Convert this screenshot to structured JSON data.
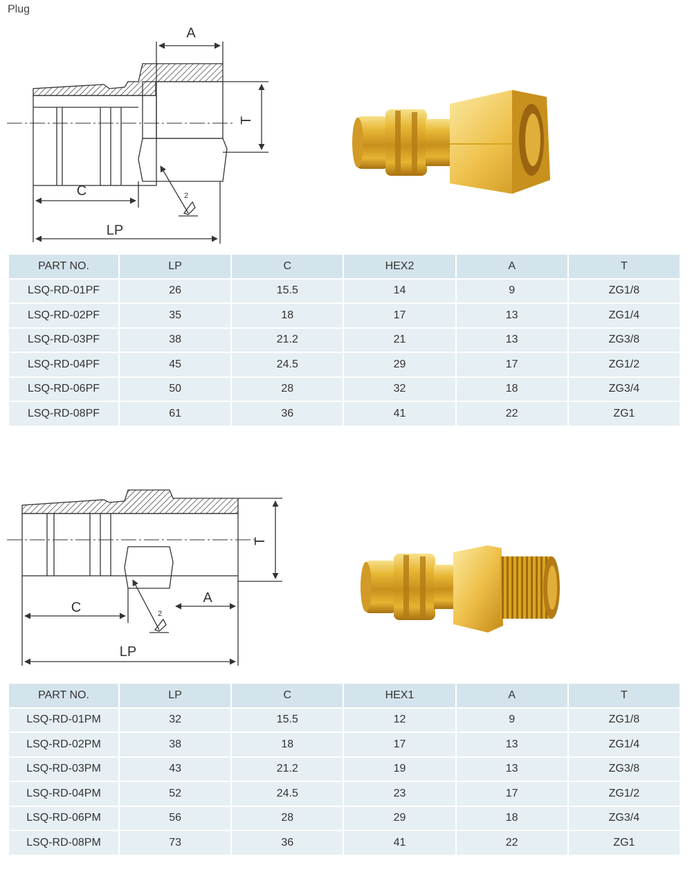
{
  "page_title": "Plug",
  "diagram_labels": {
    "a": "A",
    "t": "T",
    "c": "C",
    "lp": "LP",
    "hex_sub": "2"
  },
  "table1": {
    "headers": [
      "PART NO.",
      "LP",
      "C",
      "HEX2",
      "A",
      "T"
    ],
    "rows": [
      [
        "LSQ-RD-01PF",
        "26",
        "15.5",
        "14",
        "9",
        "ZG1/8"
      ],
      [
        "LSQ-RD-02PF",
        "35",
        "18",
        "17",
        "13",
        "ZG1/4"
      ],
      [
        "LSQ-RD-03PF",
        "38",
        "21.2",
        "21",
        "13",
        "ZG3/8"
      ],
      [
        "LSQ-RD-04PF",
        "45",
        "24.5",
        "29",
        "17",
        "ZG1/2"
      ],
      [
        "LSQ-RD-06PF",
        "50",
        "28",
        "32",
        "18",
        "ZG3/4"
      ],
      [
        "LSQ-RD-08PF",
        "61",
        "36",
        "41",
        "22",
        "ZG1"
      ]
    ]
  },
  "table2": {
    "headers": [
      "PART NO.",
      "LP",
      "C",
      "HEX1",
      "A",
      "T"
    ],
    "rows": [
      [
        "LSQ-RD-01PM",
        "32",
        "15.5",
        "12",
        "9",
        "ZG1/8"
      ],
      [
        "LSQ-RD-02PM",
        "38",
        "18",
        "17",
        "13",
        "ZG1/4"
      ],
      [
        "LSQ-RD-03PM",
        "43",
        "21.2",
        "19",
        "13",
        "ZG3/8"
      ],
      [
        "LSQ-RD-04PM",
        "52",
        "24.5",
        "23",
        "17",
        "ZG1/2"
      ],
      [
        "LSQ-RD-06PM",
        "56",
        "28",
        "29",
        "18",
        "ZG3/4"
      ],
      [
        "LSQ-RD-08PM",
        "73",
        "36",
        "41",
        "22",
        "ZG1"
      ]
    ]
  },
  "colors": {
    "header_bg": "#d4e4ec",
    "cell_bg": "#e6eff3",
    "brass": "#d9a521"
  }
}
